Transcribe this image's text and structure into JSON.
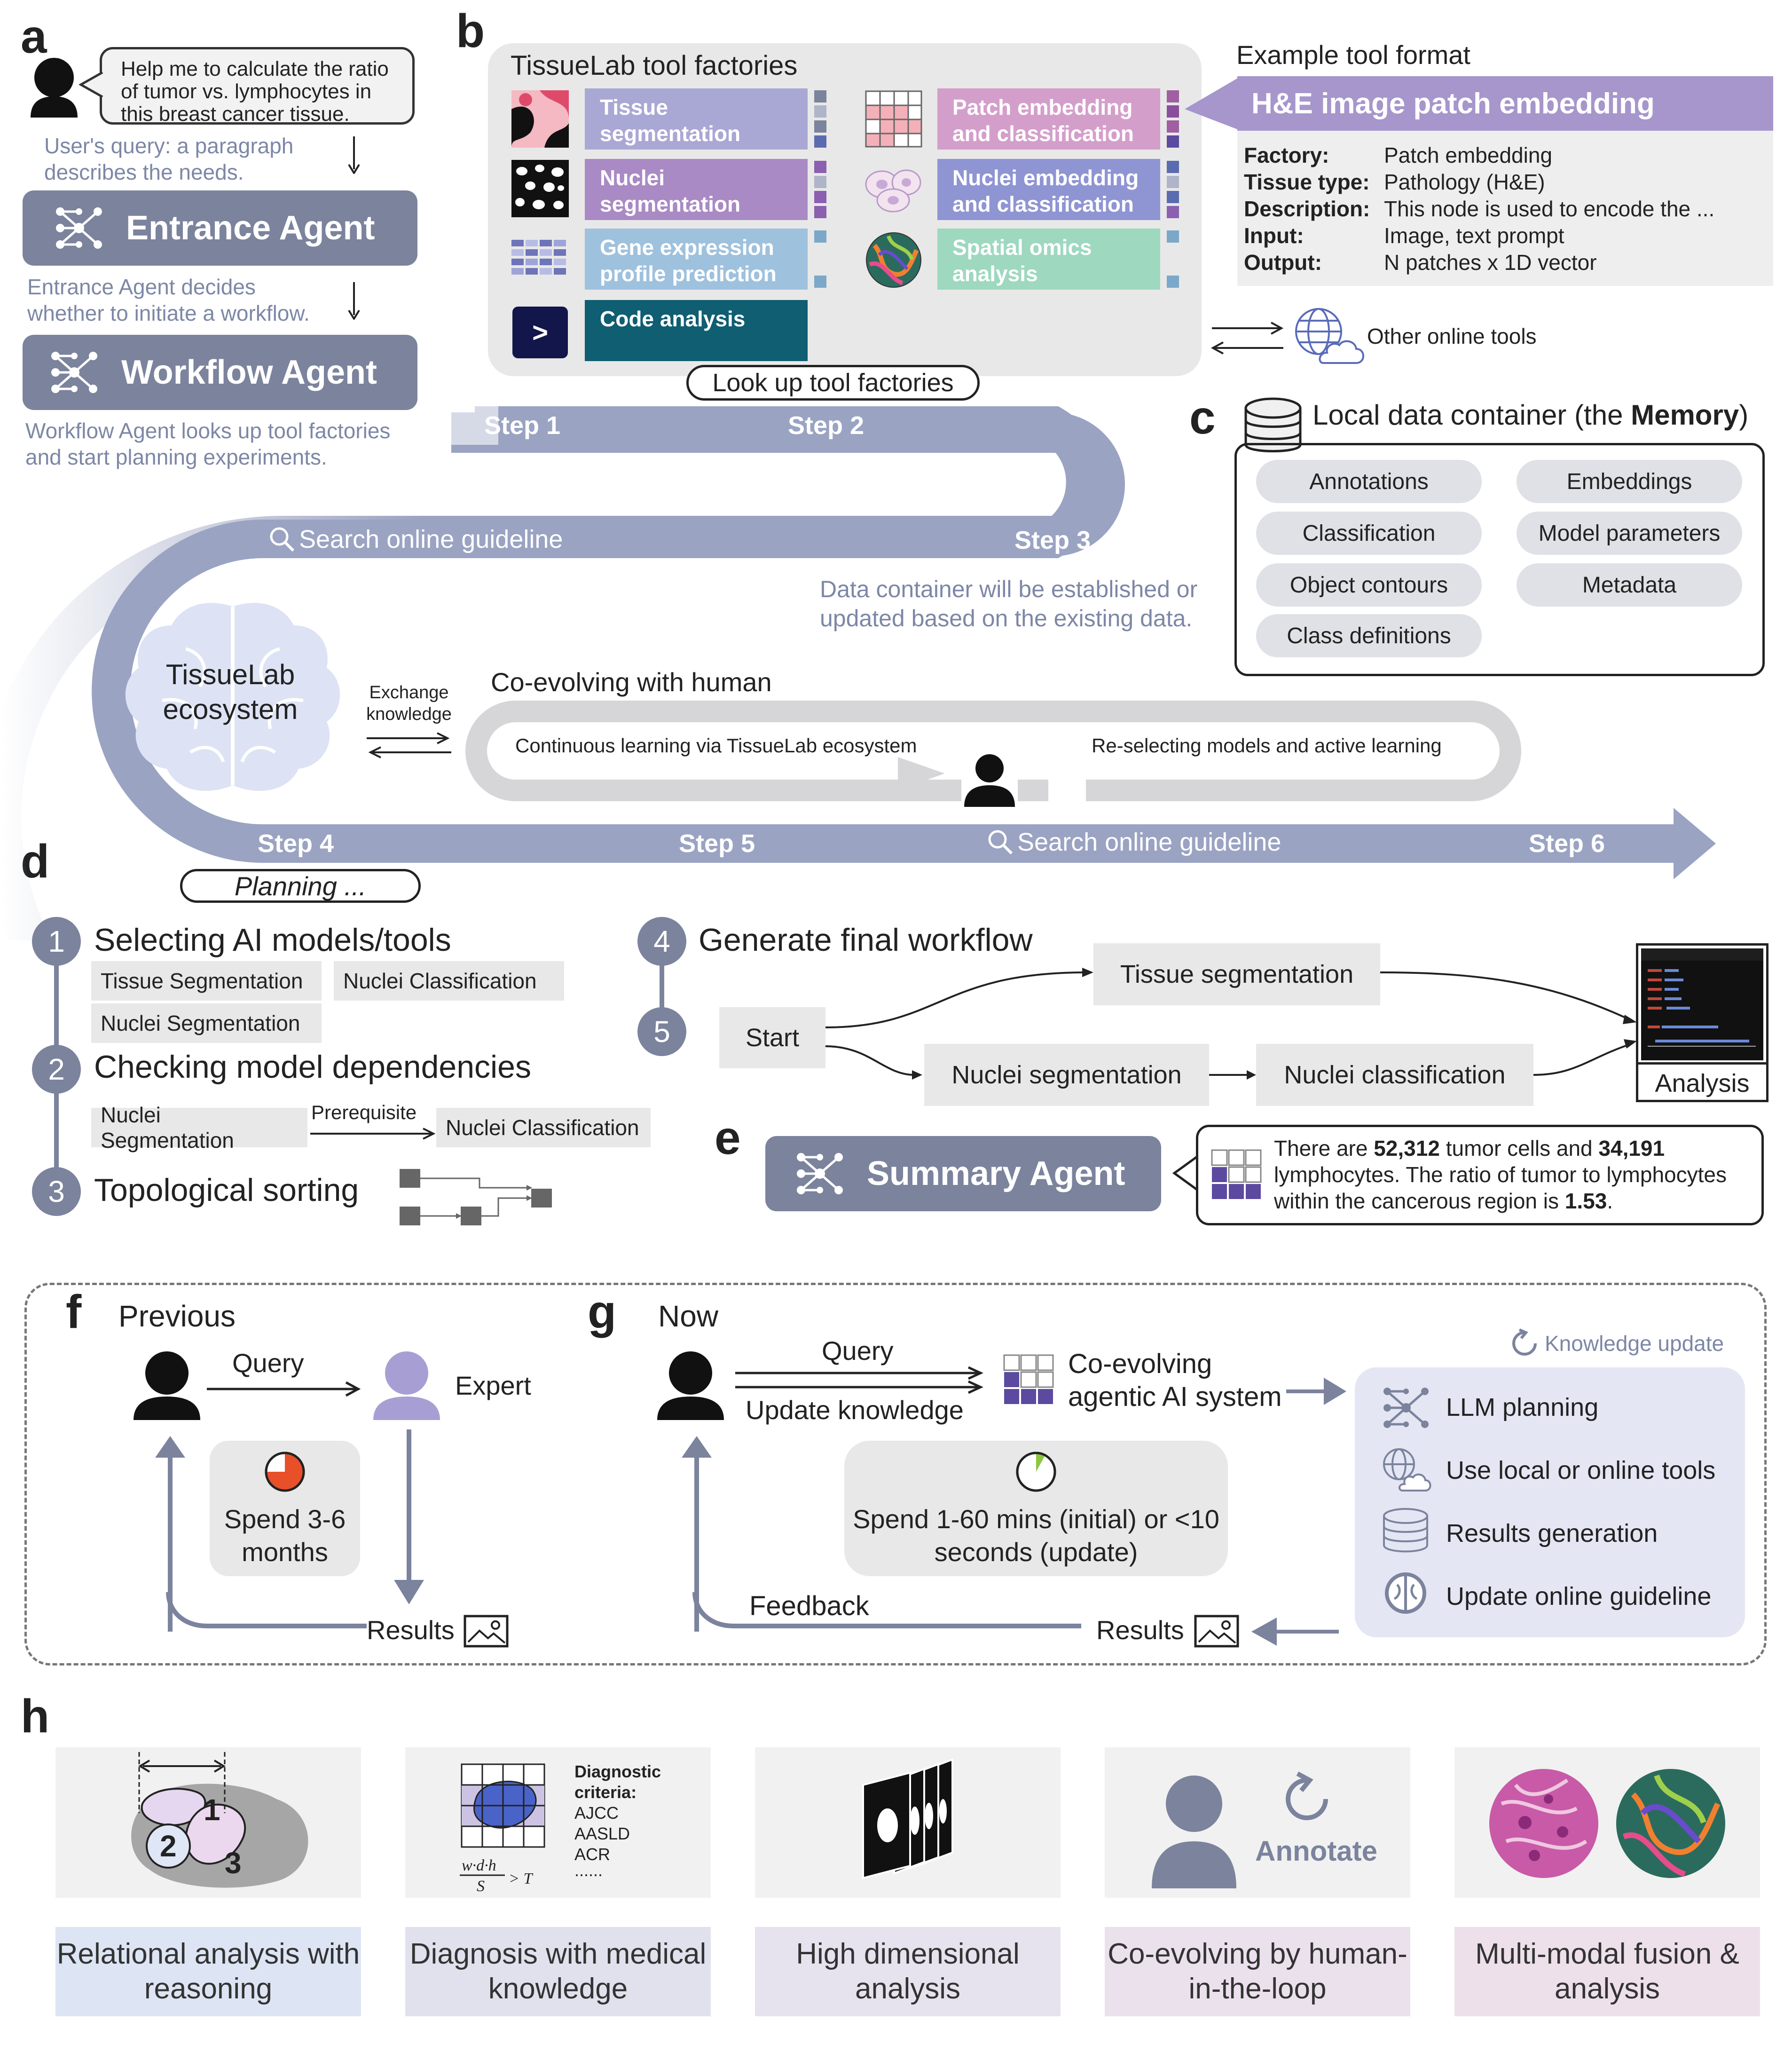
{
  "panel_labels": {
    "a": "a",
    "b": "b",
    "c": "c",
    "d": "d",
    "e": "e",
    "f": "f",
    "g": "g",
    "h": "h"
  },
  "panel_a": {
    "query_bubble": "Help me to calculate the ratio of tumor vs. lymphocytes in this breast cancer tissue.",
    "query_caption": "User's query: a paragraph describes the needs.",
    "entrance_agent": "Entrance Agent",
    "entrance_caption": "Entrance Agent decides whether to initiate a workflow.",
    "workflow_agent": "Workflow Agent",
    "workflow_caption": "Workflow Agent looks up tool factories and start planning experiments."
  },
  "panel_b": {
    "title": "TissueLab tool factories",
    "tools": [
      {
        "label": "Tissue segmentation",
        "color": "#a9a8d4"
      },
      {
        "label": "Nuclei segmentation",
        "color": "#a98ac4"
      },
      {
        "label": "Gene expression profile prediction",
        "color": "#9ec1dd"
      },
      {
        "label": "Code analysis",
        "color": "#0f5e72"
      },
      {
        "label": "Patch embedding and classification",
        "color": "#d49ecb"
      },
      {
        "label": "Nuclei embedding and classification",
        "color": "#8f94d3"
      },
      {
        "label": "Spatial omics analysis",
        "color": "#9dd8bf"
      }
    ],
    "code_icon_glyph": ">",
    "lookup_label": "Look up tool factories",
    "example_title": "Example tool format",
    "example_header": "H&E image patch embedding",
    "example_rows": [
      {
        "key": "Factory:",
        "value": "Patch embedding"
      },
      {
        "key": "Tissue type:",
        "value": "Pathology (H&E)"
      },
      {
        "key": "Description:",
        "value": "This node is used to encode the ..."
      },
      {
        "key": "Input:",
        "value": "Image, text prompt"
      },
      {
        "key": "Output:",
        "value": "N patches x 1D vector"
      }
    ],
    "other_tools": "Other online tools"
  },
  "panel_c": {
    "title_prefix": "Local data container (the ",
    "title_bold": "Memory",
    "title_suffix": ")",
    "items": [
      "Annotations",
      "Embeddings",
      "Classification",
      "Model parameters",
      "Object contours",
      "Metadata",
      "Class definitions"
    ],
    "caption": "Data container will be established or updated based on the existing data."
  },
  "track": {
    "step1": "Step 1",
    "step2": "Step 2",
    "step3": "Step 3",
    "step4": "Step 4",
    "step5": "Step 5",
    "step6": "Step 6",
    "search_guideline_1": "Search online guideline",
    "search_guideline_2": "Search online guideline",
    "ecosystem": "TissueLab ecosystem",
    "exchange": "Exchange knowledge",
    "coevolve_title": "Co-evolving with human",
    "continuous": "Continuous learning via TissueLab ecosystem",
    "reselecting": "Re-selecting models and active learning",
    "planning": "Planning ..."
  },
  "panel_d": {
    "steps": [
      {
        "num": "1",
        "title": "Selecting AI models/tools"
      },
      {
        "num": "2",
        "title": "Checking model dependencies"
      },
      {
        "num": "3",
        "title": "Topological sorting"
      },
      {
        "num": "4",
        "title": "Generate final workflow"
      },
      {
        "num": "5",
        "title": ""
      }
    ],
    "selected": [
      "Tissue Segmentation",
      "Nuclei Classification",
      "Nuclei Segmentation"
    ],
    "dependency_from": "Nuclei Segmentation",
    "dependency_label": "Prerequisite",
    "dependency_to": "Nuclei Classification",
    "workflow": {
      "start": "Start",
      "tissue_seg": "Tissue segmentation",
      "nuclei_seg": "Nuclei segmentation",
      "nuclei_cls": "Nuclei classification",
      "analysis": "Analysis"
    }
  },
  "panel_e": {
    "agent": "Summary Agent",
    "summary": {
      "t1": "There are ",
      "b1": "52,312",
      "t2": " tumor cells and ",
      "b2": "34,191",
      "t3": " lymphocytes. The ratio of tumor to lymphocytes within the cancerous region is ",
      "b3": "1.53",
      "t4": "."
    }
  },
  "panel_f": {
    "title": "Previous",
    "query": "Query",
    "expert": "Expert",
    "time": "Spend 3-6 months",
    "results": "Results",
    "pie_fraction": 0.75
  },
  "panel_g": {
    "title": "Now",
    "query": "Query",
    "update": "Update knowledge",
    "system": "Co-evolving agentic AI system",
    "knowledge_update": "Knowledge update",
    "features": [
      "LLM planning",
      "Use local or online tools",
      "Results generation",
      "Update online guideline"
    ],
    "time": "Spend 1-60 mins (initial) or <10 seconds (update)",
    "feedback": "Feedback",
    "results": "Results",
    "pie_fraction": 0.08
  },
  "panel_h": {
    "cards": [
      {
        "label": "Relational analysis with reasoning",
        "color": "#dde5f4"
      },
      {
        "label": "Diagnosis with medical knowledge",
        "color": "#e1e1ee"
      },
      {
        "label": "High dimensional analysis",
        "color": "#e6e3ee"
      },
      {
        "label": "Co-evolving by human-in-the-loop",
        "color": "#ebe1ec"
      },
      {
        "label": "Multi-modal fusion & analysis",
        "color": "#ede0eb"
      }
    ],
    "relational_nums": [
      "1",
      "2",
      "3"
    ],
    "diag_title": "Diagnostic criteria:",
    "diag_items": [
      "AJCC",
      "AASLD",
      "ACR",
      "......"
    ],
    "formula_num": "w·d·h",
    "formula_den": "S",
    "formula_rhs": "> T",
    "annotate": "Annotate"
  },
  "colors": {
    "agent": "#7b839d",
    "track": "#9aa3c2",
    "track_light": "#c9ced f",
    "purple": "#5b4aa0"
  }
}
